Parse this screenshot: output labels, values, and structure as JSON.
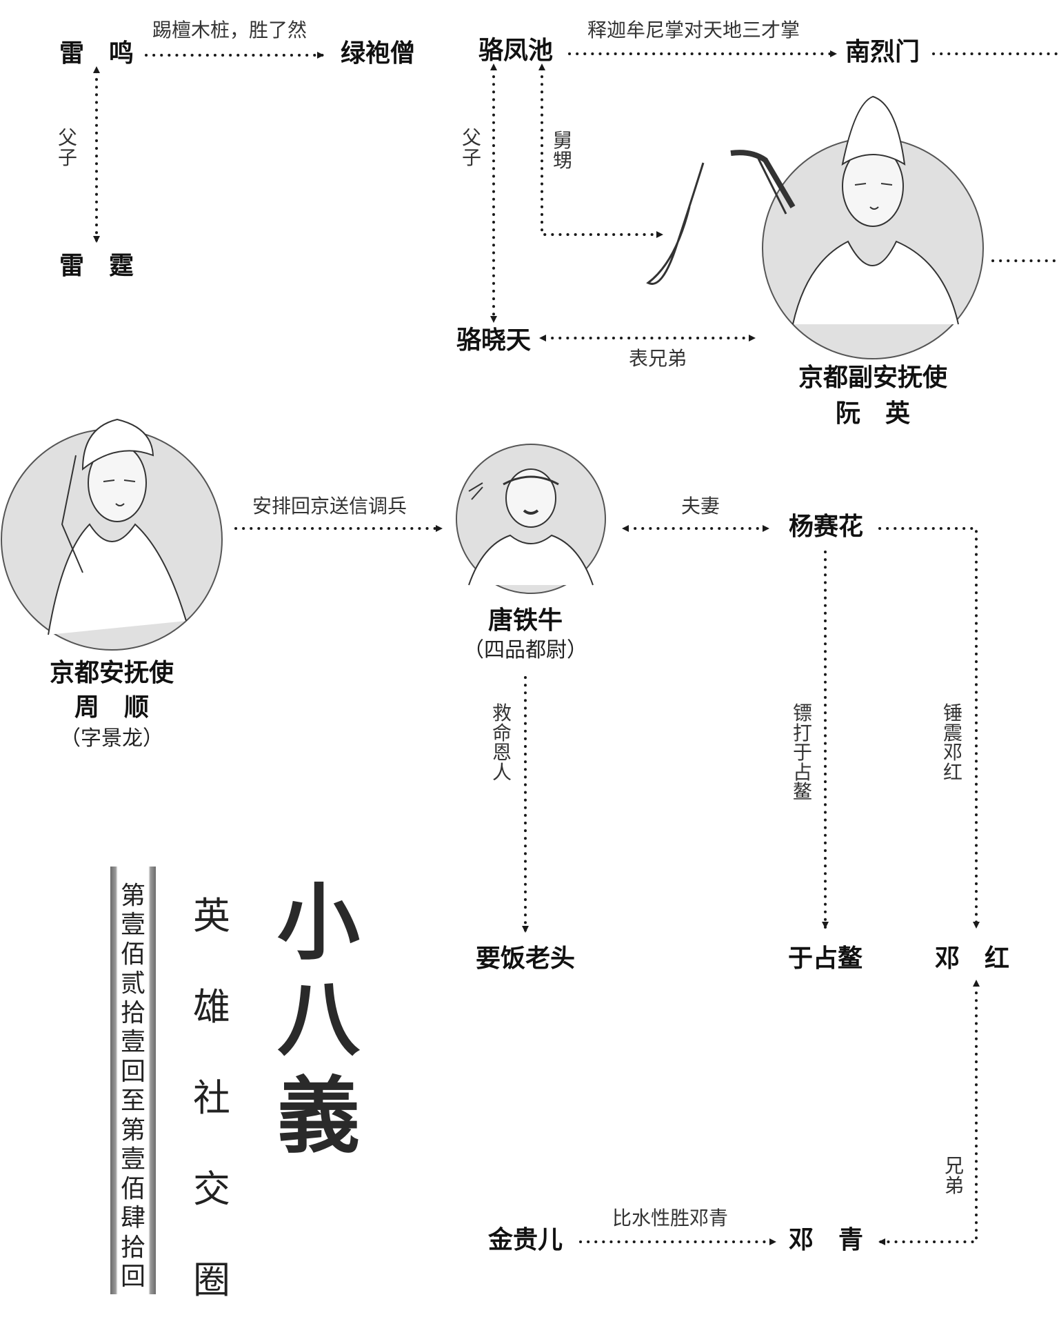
{
  "colors": {
    "line": "#1a1a1a",
    "circle_fill": "#dedede",
    "circle_stroke": "#555555",
    "scroll_edge": "#7a7a7a"
  },
  "nodes": {
    "lei_ming": "雷　鸣",
    "lvpao_seng": "绿袍僧",
    "lei_ting": "雷　霆",
    "luo_fengchi": "骆凤池",
    "nan_liemen": "南烈门",
    "luo_xiaotian": "骆晓天",
    "ruan_ying_title": "京都副安抚使",
    "ruan_ying_name": "阮　英",
    "zhou_shun_title": "京都安抚使",
    "zhou_shun_name": "周　顺",
    "zhou_shun_courtesy": "（字景龙）",
    "tang_tieniu": "唐铁牛",
    "tang_tieniu_rank": "（四品都尉）",
    "yang_saihua": "杨赛花",
    "yaofan_laotou": "要饭老头",
    "yu_zhanao": "于占鳌",
    "deng_hong": "邓　红",
    "jin_guier": "金贵儿",
    "deng_qing": "邓　青"
  },
  "relations": {
    "leiming_lvpao": "踢檀木桩，胜了然",
    "leiming_leiting": "父子",
    "luo_nan": "释迦牟尼掌对天地三才掌",
    "luo_xiaotian_father": "父子",
    "luo_ruan_uncle": "舅甥",
    "cousins": "表兄弟",
    "zhou_tang": "安排回京送信调兵",
    "couple": "夫妻",
    "rescue": "救命恩人",
    "dart": "镖打于占鳌",
    "hammer": "锤震邓红",
    "brothers": "兄弟",
    "swim": "比水性胜邓青"
  },
  "title_block": {
    "chapter": "第壹佰贰拾壹回至第壹佰肆拾回",
    "subtitle": "英雄社交圈",
    "title": "小八義"
  },
  "portraits": [
    "ruan-ying-portrait",
    "zhou-shun-portrait",
    "tang-tieniu-portrait"
  ]
}
